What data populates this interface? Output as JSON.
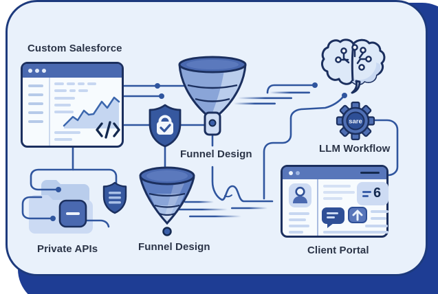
{
  "frame": {
    "background": "#ffffff",
    "card_fill": "#e9f1fb",
    "frame_color": "#1e3d94",
    "outline_color": "#1b2f5e",
    "connector_color": "#2f559e"
  },
  "nodes": {
    "custom_salesforce": {
      "label": "Custom Salesforce",
      "icon": "browser-window-with-chart"
    },
    "funnel_top": {
      "label": "Funnel Design",
      "icon": "funnel"
    },
    "brain": {
      "icon": "circuit-brain"
    },
    "llm_workflow": {
      "label": "LLM Workflow",
      "gear_text": "sare",
      "icon": "gear"
    },
    "private_apis": {
      "label": "Private APIs",
      "icon": "folders-with-shield"
    },
    "funnel_bottom": {
      "label": "Funnel Design",
      "icon": "cone-funnel"
    },
    "client_portal": {
      "label": "Client Portal",
      "badge_count": "6",
      "icon": "browser-window-portal"
    }
  }
}
